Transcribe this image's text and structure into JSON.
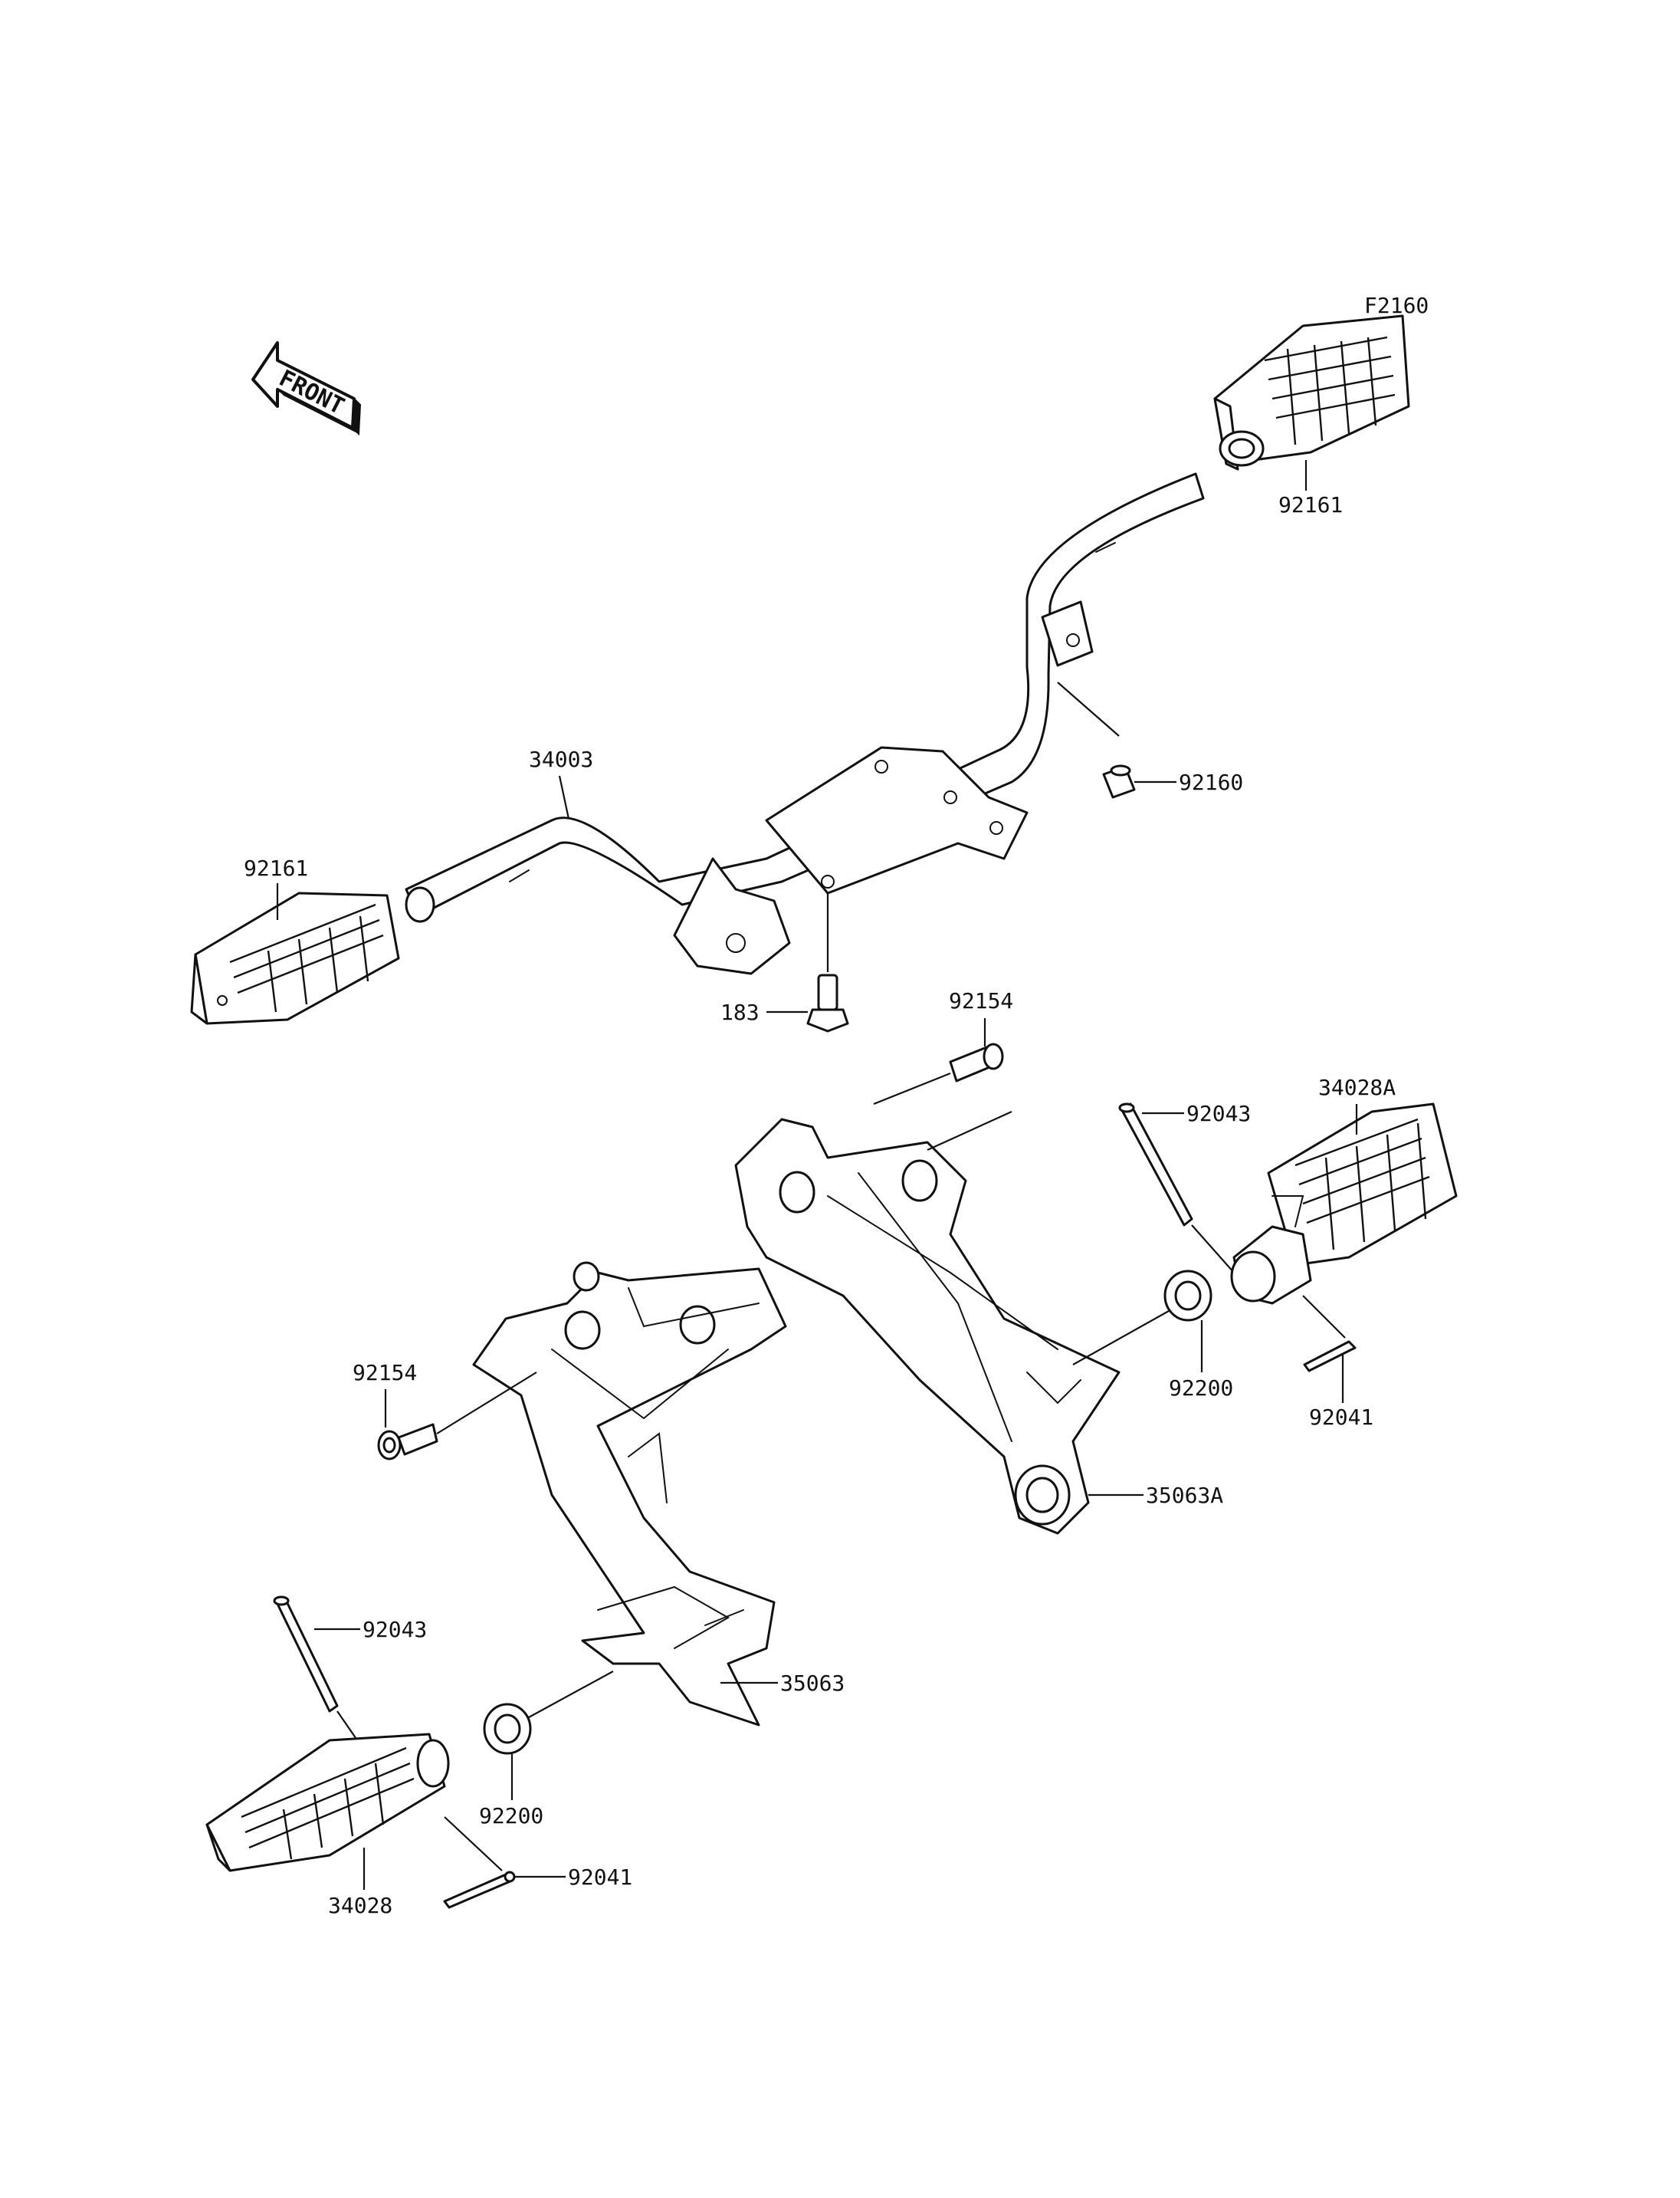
{
  "diagram_code": "F2160",
  "front_label": "FRONT",
  "labels": {
    "peg_right_rubber": "92161",
    "footrest_bar": "34003",
    "peg_left_rubber": "92161",
    "damper": "92160",
    "bolt_183": "183",
    "bolt_upper_right": "92154",
    "pin_upper_right": "92043",
    "footpeg_right": "34028A",
    "bolt_left": "92154",
    "washer_right": "92200",
    "cotter_right": "92041",
    "bracket_right": "35063A",
    "pin_lower_left": "92043",
    "bracket_left": "35063",
    "washer_left": "92200",
    "cotter_left": "92041",
    "footpeg_left": "34028"
  }
}
